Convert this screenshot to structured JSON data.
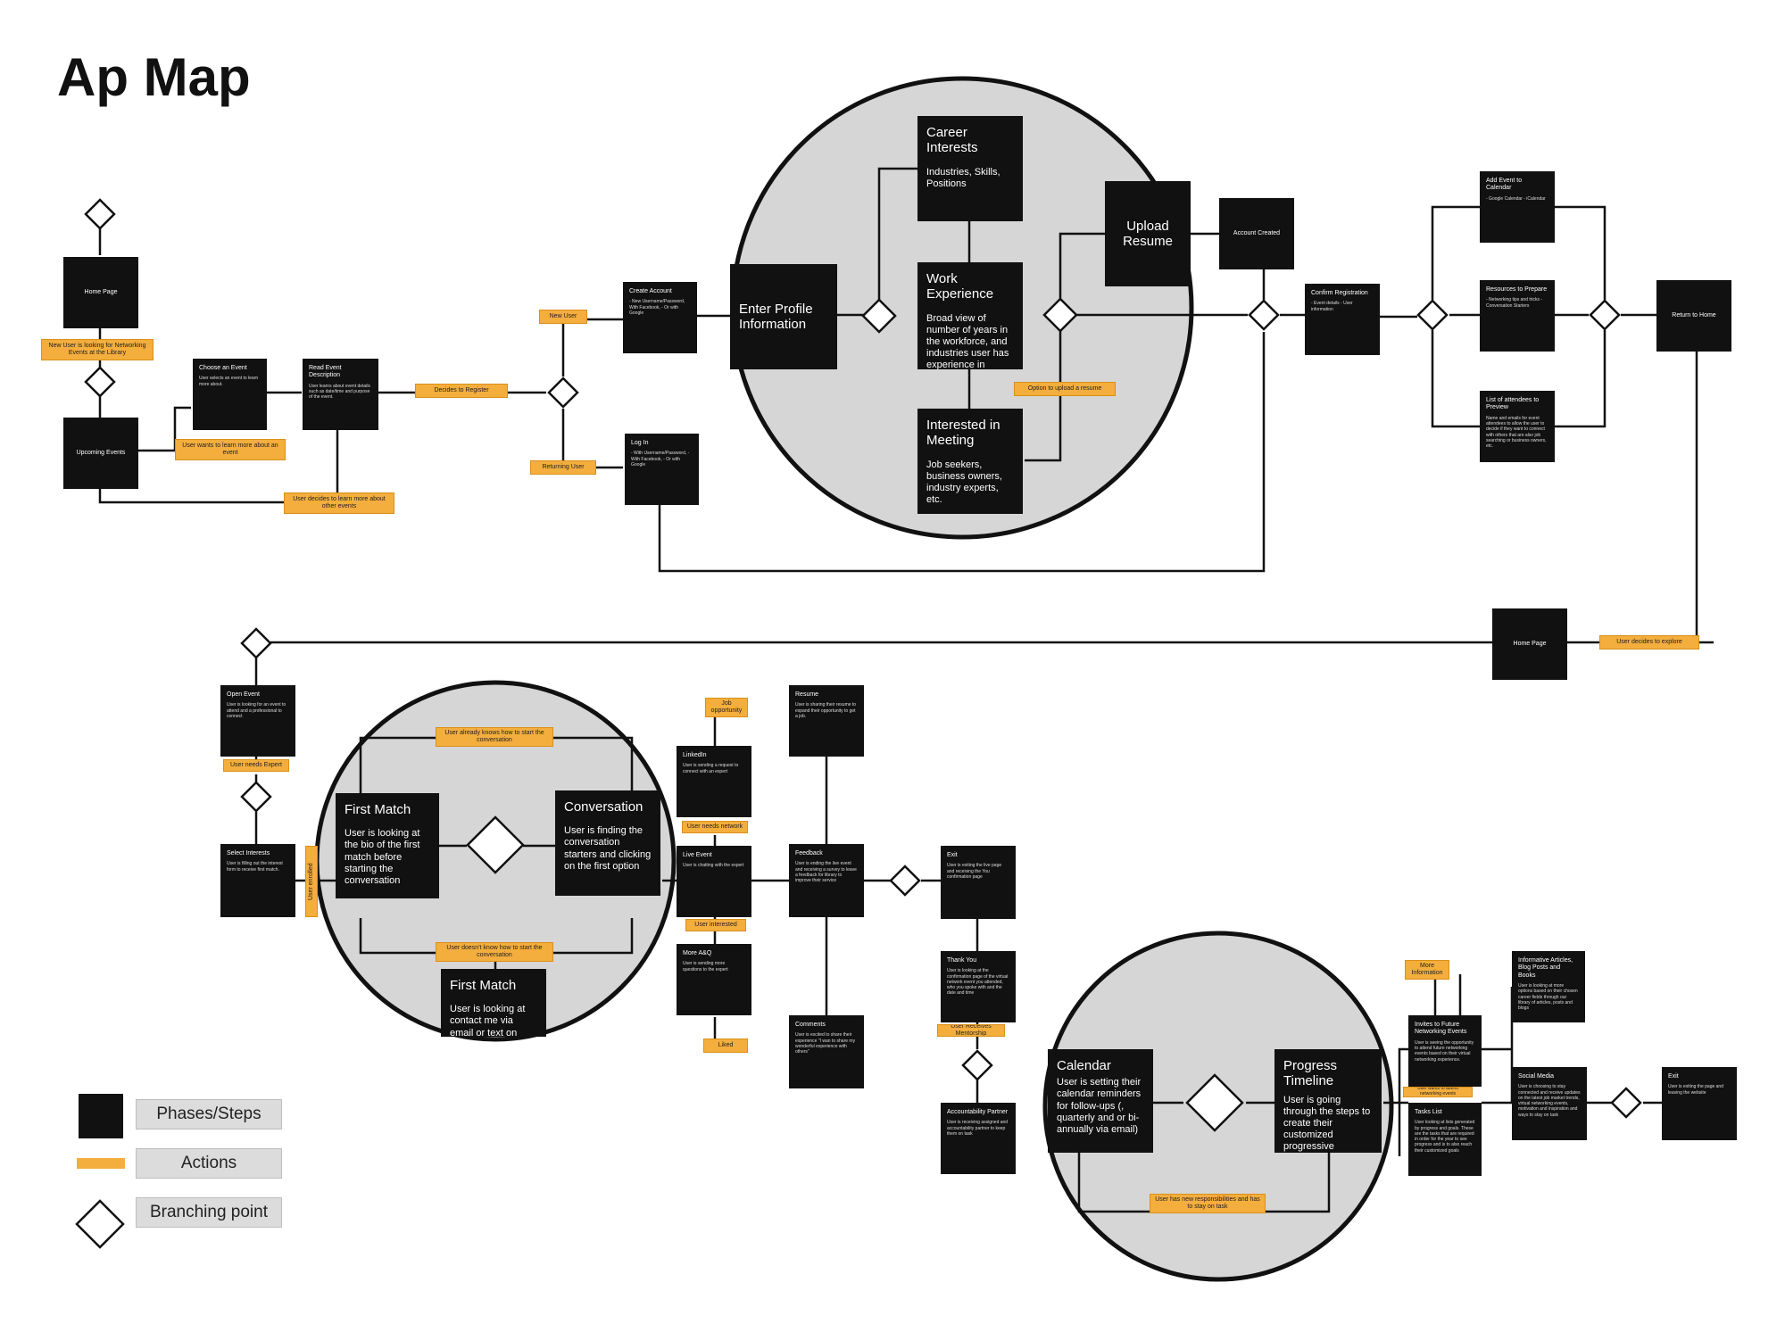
{
  "title": "Ap Map",
  "legend": {
    "phases": "Phases/Steps",
    "actions": "Actions",
    "branching": "Branching point"
  },
  "boxes": {
    "home_page": {
      "h": "Home Page"
    },
    "upcoming_events": {
      "h": "Upcoming Events"
    },
    "choose_event": {
      "h": "Choose an Event",
      "d": "User selects an event to learn more about."
    },
    "read_event": {
      "h": "Read Event Description",
      "d": "User learns about event details such as date/time and purpose of the event."
    },
    "create_account": {
      "h": "Create Account",
      "d": "- New Username/Password, With Facebook, - Or with Google"
    },
    "log_in": {
      "h": "Log In",
      "d": "- With Username/Password, - With Facebook, - Or with Google"
    },
    "enter_profile": {
      "h": "Enter Profile Information"
    },
    "career_interests": {
      "h": "Career Interests",
      "d": "Industries, Skills, Positions"
    },
    "work_experience": {
      "h": "Work Experience",
      "d": "Broad view of number of years in the workforce, and industries user has experience in"
    },
    "interested_meeting": {
      "h": "Interested in Meeting",
      "d": "Job seekers, business owners, industry experts, etc."
    },
    "upload_resume": {
      "h": "Upload Resume"
    },
    "account_created": {
      "h": "Account Created"
    },
    "confirm_registration": {
      "h": "Confirm Registration",
      "d": "- Event details - User information"
    },
    "add_calendar": {
      "h": "Add Event to Calendar",
      "d": "- Google Calendar - iCalendar"
    },
    "resources": {
      "h": "Resources to Prepare",
      "d": "- Networking tips and tricks - Conversation Starters"
    },
    "attendees": {
      "h": "List of attendees to Preview",
      "d": "Name and emails for event attendees to allow the user to decide if they want to connect with others that are also job searching or business owners, etc."
    },
    "return_home": {
      "h": "Return to Home"
    },
    "home_page_2": {
      "h": "Home Page"
    },
    "open_event": {
      "h": "Open Event",
      "d": "User is looking for an event to attend and a professional to connect"
    },
    "select_interests": {
      "h": "Select Interests",
      "d": "User is filling out the interest form to receive first match."
    },
    "first_match": {
      "h": "First Match",
      "d": "User is looking at the bio of the first match before starting the conversation"
    },
    "conversation": {
      "h": "Conversation",
      "d": "User is finding the conversation starters and clicking on the first option"
    },
    "first_match_2": {
      "h": "First Match",
      "d": "User is looking at contact me via email or text on chat box"
    },
    "linkedin": {
      "h": "LinkedIn",
      "d": "User is sending a request to connect with an expert"
    },
    "live_event": {
      "h": "Live Event",
      "d": "User is chatting with the expert"
    },
    "more_qa": {
      "h": "More A&Q",
      "d": "User is sending more questions to the expert"
    },
    "resume": {
      "h": "Resume",
      "d": "User is sharing their resume to expand their opportunity to get a job."
    },
    "feedback": {
      "h": "Feedback",
      "d": "User is ending the live event and receiving a survey to leave a feedback for library to improve their service"
    },
    "comments": {
      "h": "Comments",
      "d": "User is excited to share their experience \"I wan to share my wonderful experience with others\""
    },
    "exit_1": {
      "h": "Exit",
      "d": "User is exiting the live page and receiving the You confirmation page"
    },
    "thank_you": {
      "h": "Thank You",
      "d": "User is looking at the confirmation page of the virtual network event you attended, who you spoke with and the date and time"
    },
    "accountability": {
      "h": "Accountability Partner",
      "d": "User is receiving assigned and accountability partner to keep them on task"
    },
    "calendar": {
      "h": "Calendar",
      "d": "User is setting their calendar reminders for follow-ups (, quarterly and or bi-annually via email)"
    },
    "progress": {
      "h": "Progress Timeline",
      "d": "User is going through the steps to create their customized progressive timeline."
    },
    "invites": {
      "h": "Invites to Future Networking Events",
      "d": "User is seeing the opportunity to attend future networking events based on their virtual networking experience."
    },
    "tasks": {
      "h": "Tasks List",
      "d": "User looking at lists generated by progress and goals. These are the tasks that are required in order for the year to see progress and is to also reach their customized goals"
    },
    "informative": {
      "h": "Informative Articles, Blog Posts and Books",
      "d": "User is looking at more options based on their chosen career fields through our library of articles, posts and blogs"
    },
    "social_media": {
      "h": "Social Media",
      "d": "User is choosing to stay connected and receive updates on the latest job market trends, virtual networking events, motivation and inspiration and ways to stay on task"
    },
    "exit_2": {
      "h": "Exit",
      "d": "User is exiting the page and leaving the website"
    }
  },
  "actions": {
    "new_user_networking": "New User is looking for Networking Events at the Library",
    "learn_more_event": "User wants to learn more about an event",
    "learn_more_other": "User decides to learn more about other events",
    "decides_register": "Decides to Register",
    "new_user": "New User",
    "returning_user": "Returning User",
    "option_upload": "Option to upload a resume",
    "decides_explore": "User decides to explore",
    "needs_expert": "User needs Expert",
    "user_enrolled": "User enrolled",
    "already_knows": "User already knows how to start the conversation",
    "doesnt_know": "User doesn't know how to start the conversation",
    "job_opportunity": "Job opportunity",
    "needs_network": "User needs network",
    "interested": "User interested",
    "liked": "Liked",
    "receives_mentorship": "User Receives Mentorship",
    "new_responsibilities": "User has new responsibilities and has to stay on task",
    "more_information": "More Information",
    "wants_networking": "User wants to attend networking events"
  }
}
